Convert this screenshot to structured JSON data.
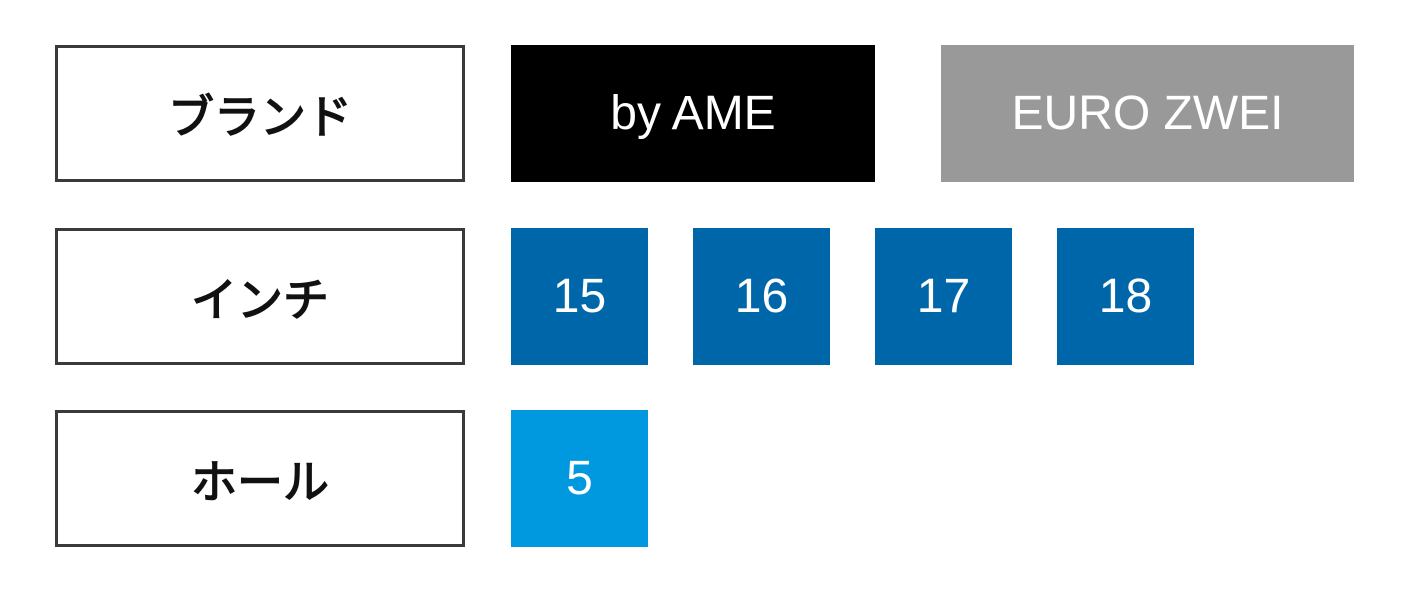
{
  "rows": {
    "brand": {
      "label": "ブランド",
      "options": [
        {
          "label": "by AME",
          "state": "selected",
          "color": "#000000"
        },
        {
          "label": "EURO ZWEI",
          "state": "unselected",
          "color": "#999999"
        }
      ]
    },
    "inch": {
      "label": "インチ",
      "options": [
        {
          "label": "15",
          "color": "#0066aa"
        },
        {
          "label": "16",
          "color": "#0066aa"
        },
        {
          "label": "17",
          "color": "#0066aa"
        },
        {
          "label": "18",
          "color": "#0066aa"
        }
      ]
    },
    "hole": {
      "label": "ホール",
      "options": [
        {
          "label": "5",
          "color": "#0099e0"
        }
      ]
    }
  }
}
